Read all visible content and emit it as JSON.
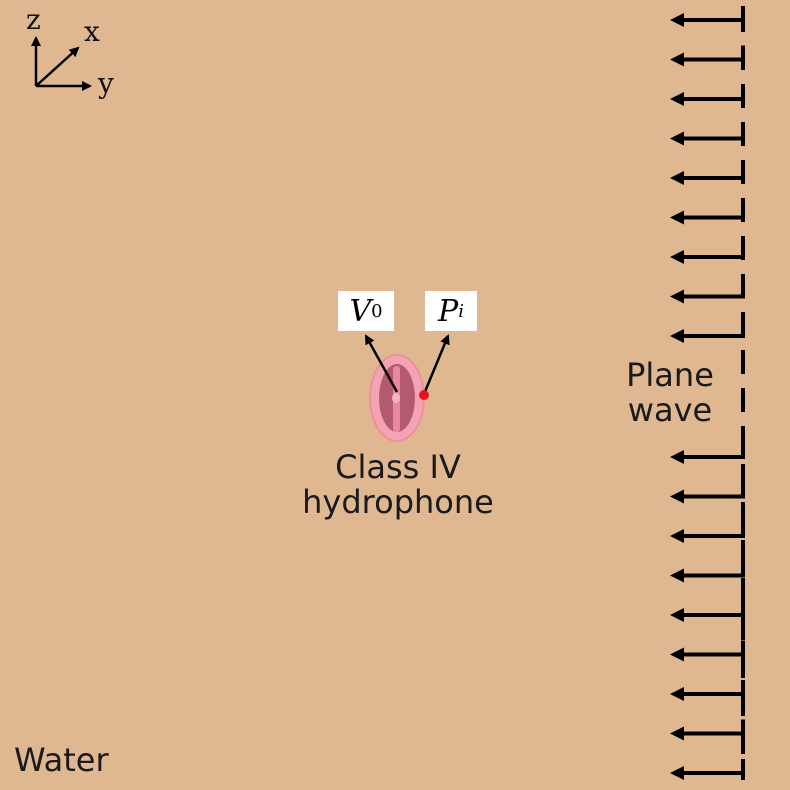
{
  "medium_label": "Water",
  "wave_label": [
    "Plane",
    "wave"
  ],
  "device_label": [
    "Class IV",
    "hydrophone"
  ],
  "voltage_symbol": "V",
  "voltage_sub": "0",
  "pressure_symbol": "P",
  "pressure_sub": "i",
  "axes": {
    "z": "z",
    "x": "x",
    "y": "y"
  },
  "colors": {
    "background": "#dfb891",
    "hydrophone_outer": "#f4a3b2",
    "hydrophone_inner": "#b35a6e",
    "sensor_point": "#e8141c",
    "arrows": "#000000"
  }
}
